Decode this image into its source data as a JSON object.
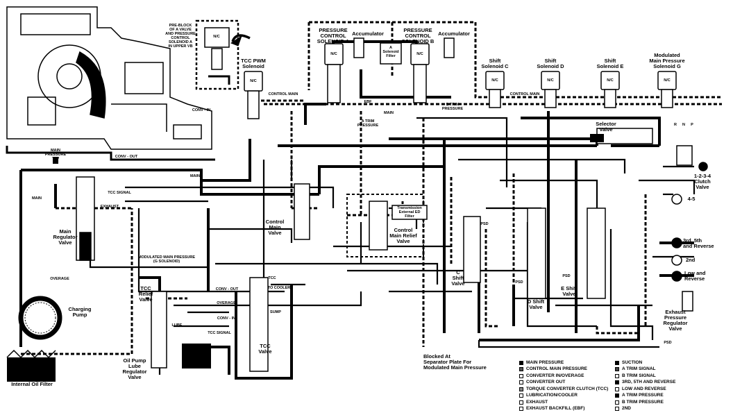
{
  "labels": {
    "pre_block": "PRE-BLOCK\nOF A VALVE\nAND PRESSURE\nCONTROL\nSOLENOID A\nIN UPPER VB",
    "pcs_a": "PRESSURE\nCONTROL\nSOLENOID A",
    "pcs_b": "PRESSURE\nCONTROL\nSOLENOID B",
    "accumulator_a": "Accumulator",
    "accumulator_b": "Accumulator",
    "solenoid_filter": "A\nSolenoid\nFilter",
    "tcc_pwm": "TCC PWM\nSolenoid",
    "shift_c": "Shift\nSolenoid C",
    "shift_d": "Shift\nSolenoid D",
    "shift_e": "Shift\nSolenoid E",
    "mod_main_solenoid": "Modulated\nMain Pressure\nSolenoid G",
    "control_main_top": "CONTROL MAIN",
    "control_main_right": "CONTROL MAIN",
    "ebf": "EBF",
    "main_mid": "MAIN",
    "b_trim_pressure": "B TRIM\nPRESSURE",
    "a_trim_pressure": "A TRIM\nPRESSURE",
    "selector_valve": "Selector\nValve",
    "prnd_r": "R",
    "prnd_n": "N",
    "prnd_p": "P",
    "clutch_valve": "1-2-3-4\nClutch\nValve",
    "clutch_45": "4-5",
    "conv_in_top": "CONV - IN",
    "conv_out_top": "CONV - OUT",
    "main_pressure_tap": "MAIN\nPRESSURE\nTAP",
    "main_left": "MAIN",
    "tcc_signal": "TCC SIGNAL",
    "exhaust_label": "EXHAUST",
    "main_regulator": "Main\nRegulator\nValve",
    "modulated_main_pressure": "MODULATED MAIN PRESSURE\n(G SOLENOID)",
    "overage_left": "OVERAGE",
    "charging_pump": "Charging\nPump",
    "tcc_relief": "TCC\nRelief\nValve",
    "lube": "LUBE",
    "conv_out_mid": "CONV - OUT",
    "overage_mid": "OVERAGE",
    "conv_in_mid": "CONV - IN",
    "tcc_label": "TCC",
    "to_cooler": "TO COOLER",
    "sump": "SUMP",
    "tcc_signal_bottom": "TCC SIGNAL",
    "tcc_valve": "TCC\nValve",
    "oil_pump_lube": "Oil Pump\nLube\nRegulator\nValve",
    "internal_oil_filter": "Internal Oil Filter",
    "main_pressure_line": "MAIN",
    "control_main_valve": "Control\nMain\nValve",
    "transmission_ext_filter": "Transmission\nExternal ED\nFilter",
    "control_main_relief": "Control\nMain Relief\nValve",
    "psd_1": "PSD",
    "c_shift_valve": "C\nShift\nValve",
    "psd_2": "PSD",
    "d_shift_valve": "D Shift\nValve",
    "e_shift_valve": "E Shift\nValve",
    "psd_3": "PSD",
    "psd_4": "PSD",
    "third_fifth_reverse": "3rd, 5th\nand Reverse",
    "second": "2nd",
    "low_and_reverse": "Low and\nReverse",
    "exhaust_regulator": "Exhaust\nPressure\nRegulator\nValve",
    "blocked_note": "Blocked At\nSeparator Plate For\nModulated Main Pressure",
    "nc": "N/C"
  },
  "legend_left": [
    {
      "label": "MAIN PRESSURE",
      "color": "#000000"
    },
    {
      "label": "CONTROL MAIN PRESSURE",
      "color": "#555555"
    },
    {
      "label": "CONVERTER IN/OVERAGE",
      "color": "#ffffff"
    },
    {
      "label": "CONVERTER OUT",
      "color": "#ffffff"
    },
    {
      "label": "TORQUE CONVERTER CLUTCH (TCC)",
      "color": "#888888"
    },
    {
      "label": "LUBRICATION/COOLER",
      "color": "#ffffff"
    },
    {
      "label": "EXHAUST",
      "color": "#ffffff"
    },
    {
      "label": "EXHAUST BACKFILL (EBF)",
      "color": "#ffffff"
    }
  ],
  "legend_right": [
    {
      "label": "SUCTION",
      "color": "#000000"
    },
    {
      "label": "A TRIM SIGNAL",
      "color": "#444444"
    },
    {
      "label": "B TRIM SIGNAL",
      "color": "#ffffff"
    },
    {
      "label": "3RD, 5TH AND REVERSE",
      "color": "#000000"
    },
    {
      "label": "LOW AND REVERSE",
      "color": "#ffffff"
    },
    {
      "label": "A TRIM PRESSURE",
      "color": "#000000"
    },
    {
      "label": "B TRIM PRESSURE",
      "color": "#ffffff"
    },
    {
      "label": "2ND",
      "color": "#ffffff"
    }
  ]
}
